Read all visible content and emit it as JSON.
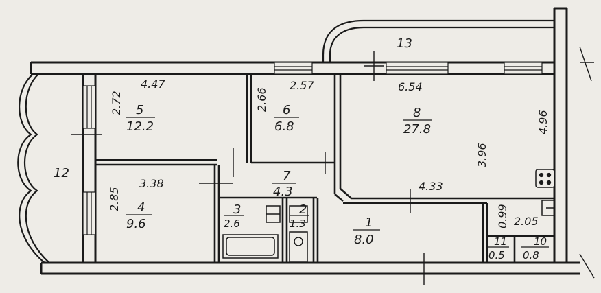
{
  "rooms": [
    {
      "id": "r1",
      "number": "1",
      "area": "8.0"
    },
    {
      "id": "r2",
      "number": "2",
      "area": "1.3"
    },
    {
      "id": "r3",
      "number": "3",
      "area": "2.6"
    },
    {
      "id": "r4",
      "number": "4",
      "area": "9.6"
    },
    {
      "id": "r5",
      "number": "5",
      "area": "12.2"
    },
    {
      "id": "r6",
      "number": "6",
      "area": "6.8"
    },
    {
      "id": "r7",
      "number": "7",
      "area": "4.3"
    },
    {
      "id": "r8",
      "number": "8",
      "area": "27.8"
    },
    {
      "id": "r10",
      "number": "10",
      "area": "0.8"
    },
    {
      "id": "r11",
      "number": "11",
      "area": "0.5"
    }
  ],
  "balconies": {
    "left_area": "12",
    "top_area": "13"
  },
  "dimensions": {
    "r5_width": "4.47",
    "r5_height": "2.72",
    "r6_width": "2.57",
    "r6_height": "2.66",
    "r8_width": "6.54",
    "r8_height": "4.96",
    "r8_inner": "3.96",
    "r4_width": "3.38",
    "r4_height": "2.85",
    "r1_width": "4.33",
    "r11_height": "0.99",
    "r10_width": "2.05"
  }
}
